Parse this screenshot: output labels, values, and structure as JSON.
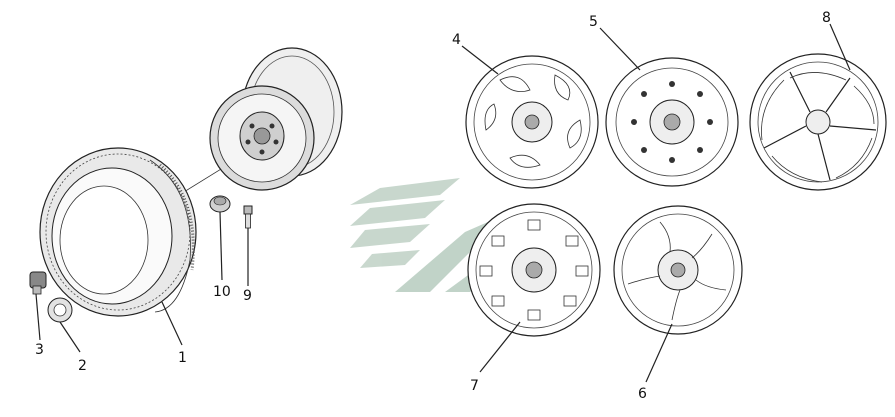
{
  "callouts": {
    "p1": "1",
    "p2": "2",
    "p3": "3",
    "p4": "4",
    "p5": "5",
    "p6": "6",
    "p7": "7",
    "p8": "8",
    "p9": "9",
    "p10": "10"
  },
  "colors": {
    "line": "#222222",
    "watermark": "#7aa08c",
    "background": "#ffffff"
  }
}
